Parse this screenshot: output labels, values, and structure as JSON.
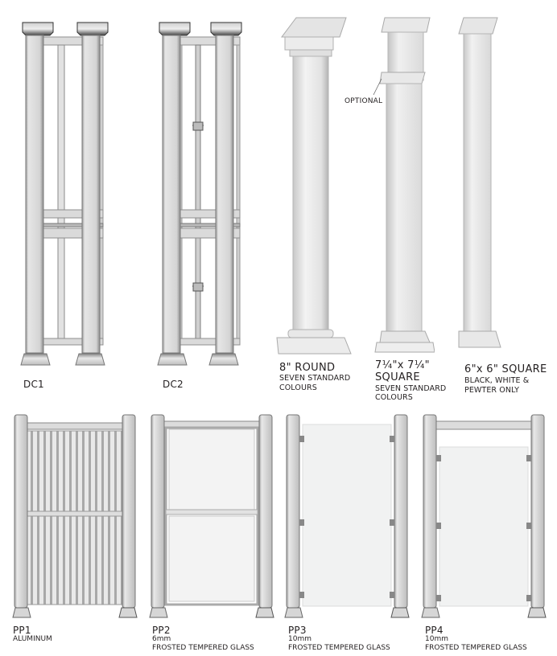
{
  "column_wraps": {
    "dc1": {
      "code": "DC1"
    },
    "dc2": {
      "code": "DC2"
    },
    "round": {
      "title": "8\" ROUND",
      "line1": "SEVEN STANDARD",
      "line2": "COLOURS"
    },
    "square_7": {
      "title1": "7¼\"x 7¼\"",
      "title2": "SQUARE",
      "line1": "SEVEN STANDARD",
      "line2": "COLOURS",
      "annotation": "OPTIONAL"
    },
    "square_6": {
      "title": "6\"x 6\" SQUARE",
      "line1": "BLACK, WHITE &",
      "line2": "PEWTER ONLY"
    }
  },
  "privacy_panels": [
    {
      "code": "PP1",
      "line1": "ALUMINUM",
      "line2": ""
    },
    {
      "code": "PP2",
      "line1": "6mm",
      "line2": "FROSTED TEMPERED GLASS"
    },
    {
      "code": "PP3",
      "line1": "10mm",
      "line2": "FROSTED TEMPERED GLASS"
    },
    {
      "code": "PP4",
      "line1": "10mm",
      "line2": "FROSTED TEMPERED GLASS"
    }
  ],
  "colors": {
    "post": "#d9d9d9",
    "post_shadow": "#8a8a8a",
    "glass": "#f1f2f2",
    "text": "#231f20"
  }
}
